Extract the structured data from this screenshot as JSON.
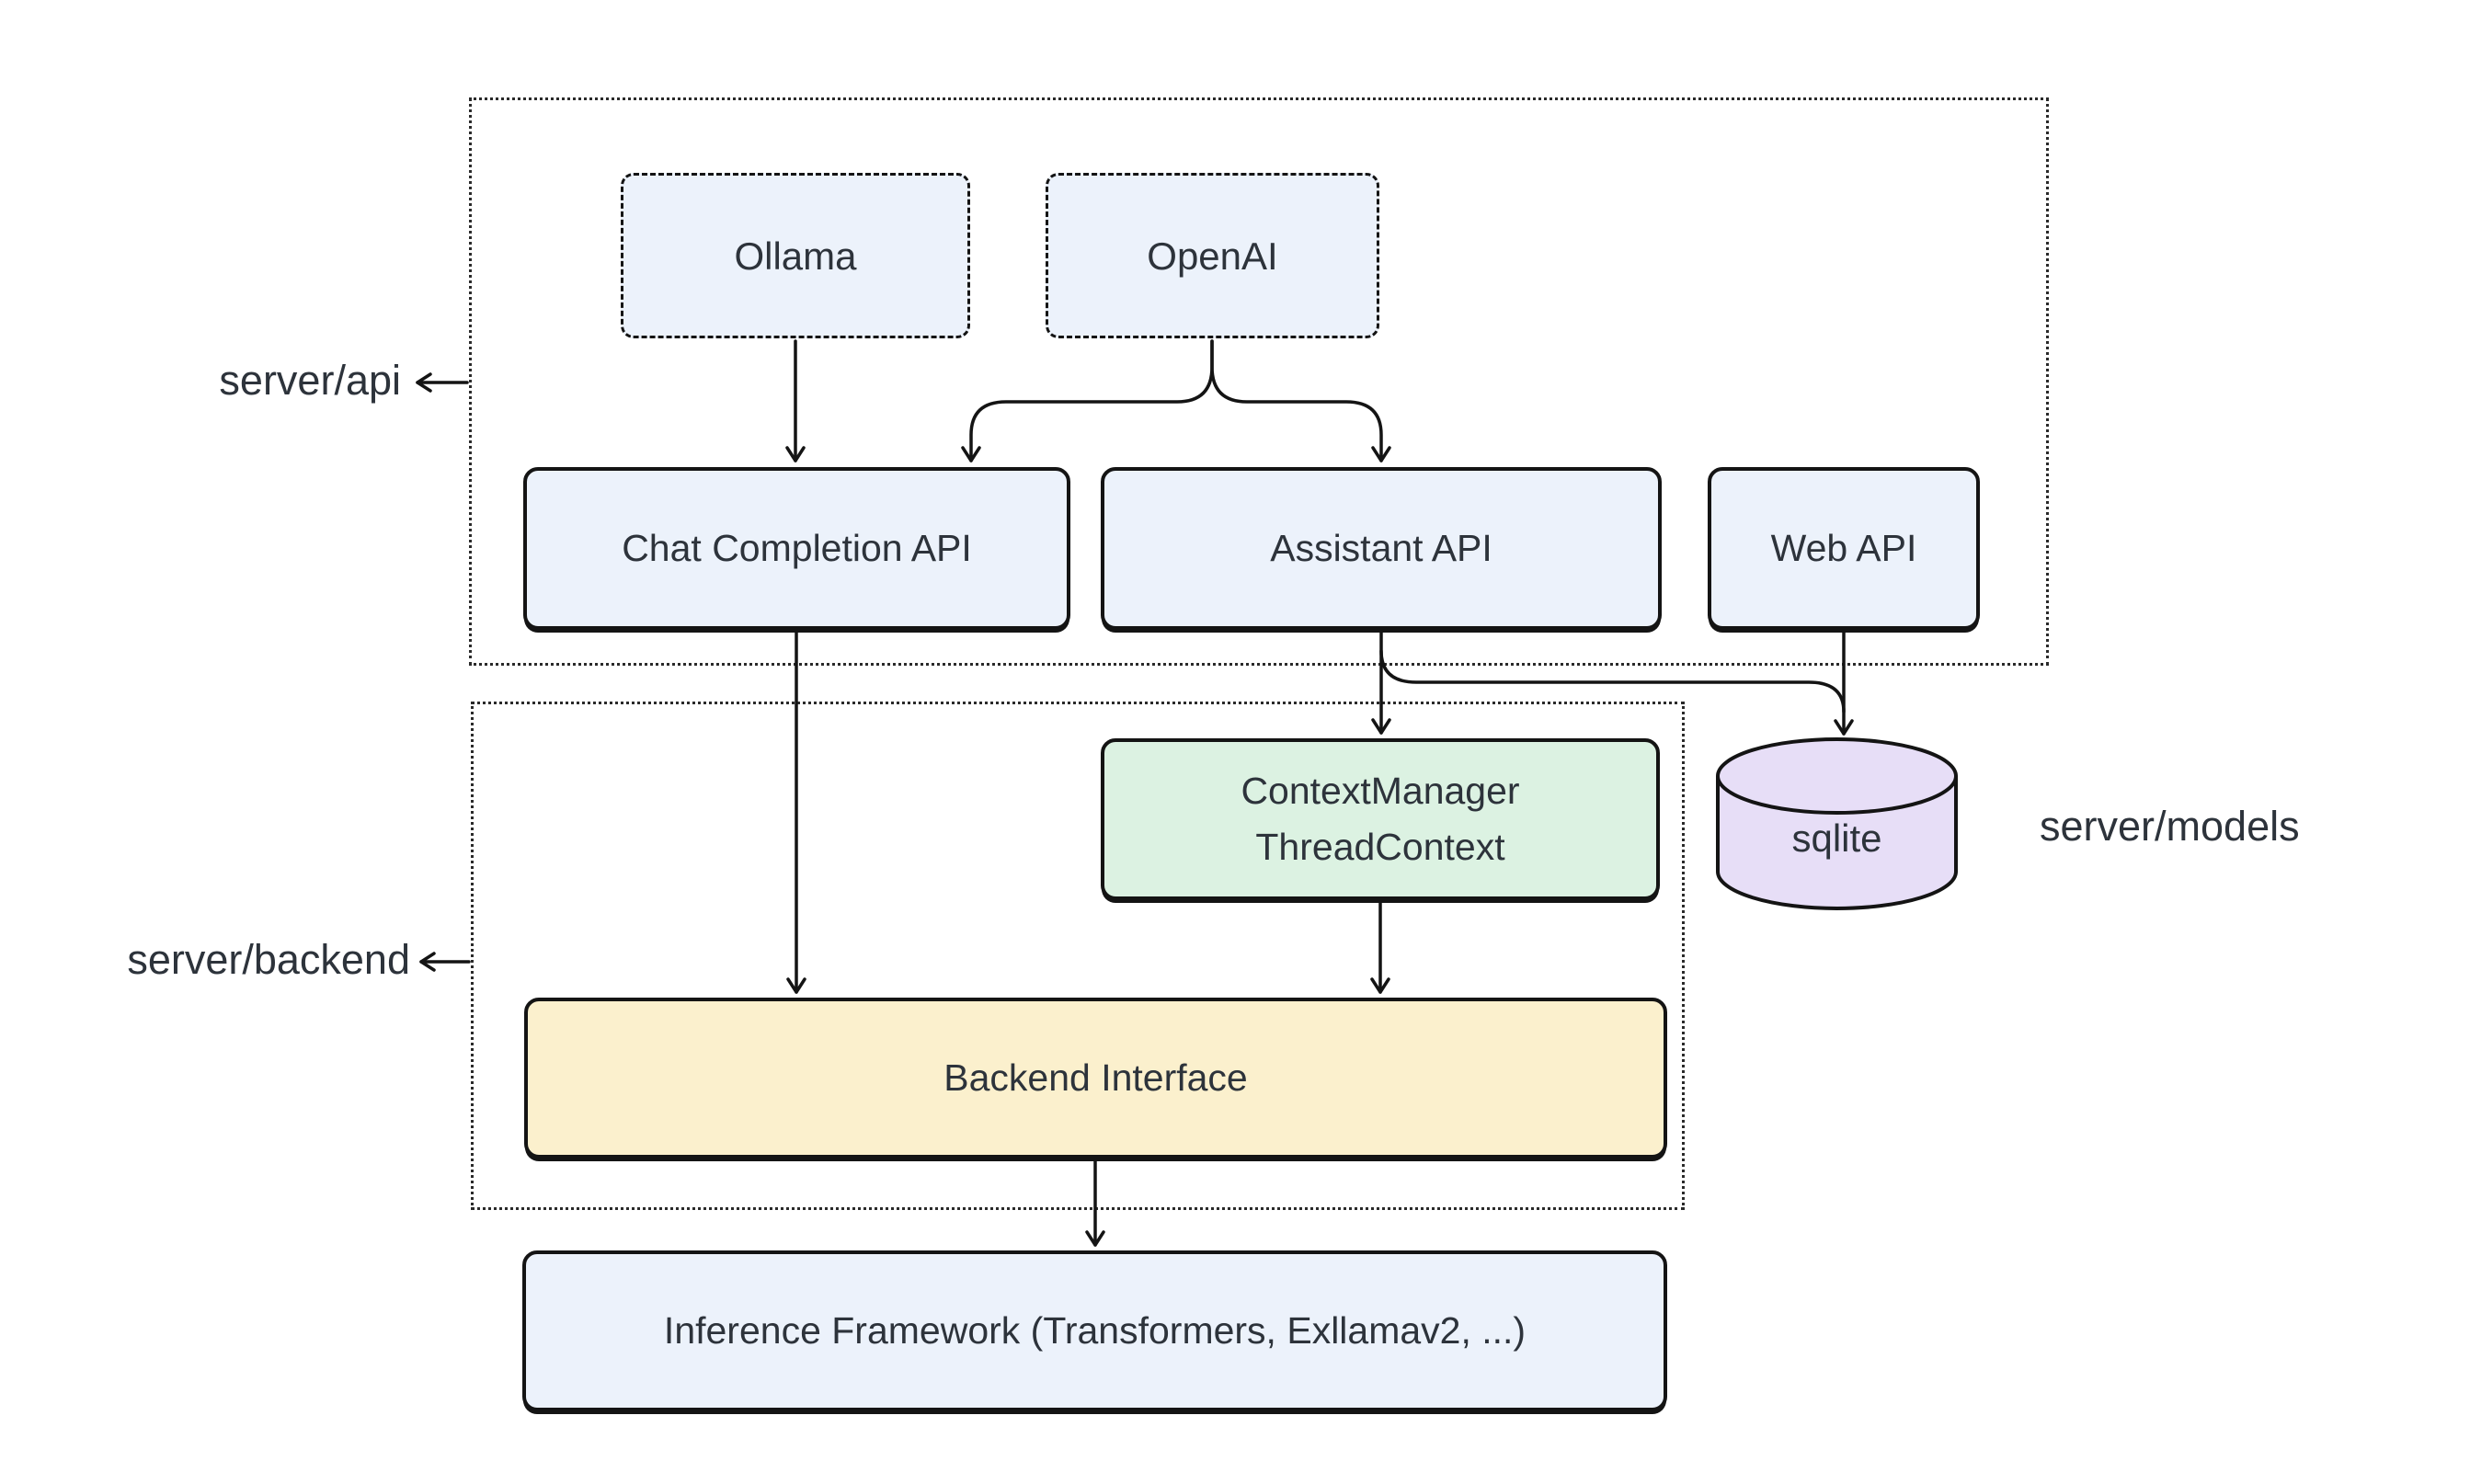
{
  "title": "Server architecture diagram",
  "colors": {
    "background": "#ffffff",
    "node_blue": "#ecf2fb",
    "node_green": "#dcf2e2",
    "node_yellow": "#fbf0cd",
    "node_purple": "#e7def7",
    "border": "#141414",
    "container_border": "#2a2a2a",
    "connector": "#141414",
    "text": "#2d333b"
  },
  "containers": {
    "api": {
      "label": "server/api"
    },
    "backend": {
      "label": "server/backend"
    },
    "models": {
      "label": "server/models"
    }
  },
  "nodes": {
    "ollama": {
      "label": "Ollama"
    },
    "openai": {
      "label": "OpenAI"
    },
    "chat_completion_api": {
      "label": "Chat Completion API"
    },
    "assistant_api": {
      "label": "Assistant API"
    },
    "web_api": {
      "label": "Web API"
    },
    "context_manager": {
      "line1": "ContextManager",
      "line2": "ThreadContext"
    },
    "backend_interface": {
      "label": "Backend Interface"
    },
    "inference_framework": {
      "label": "Inference Framework (Transformers, Exllamav2, ...)"
    },
    "sqlite": {
      "label": "sqlite"
    }
  },
  "edges": [
    {
      "from": "Ollama",
      "to": "Chat Completion API"
    },
    {
      "from": "OpenAI",
      "to": "Chat Completion API"
    },
    {
      "from": "OpenAI",
      "to": "Assistant API"
    },
    {
      "from": "Chat Completion API",
      "to": "Backend Interface"
    },
    {
      "from": "Assistant API",
      "to": "ContextManager ThreadContext"
    },
    {
      "from": "Assistant API",
      "to": "sqlite"
    },
    {
      "from": "Web API",
      "to": "sqlite"
    },
    {
      "from": "ContextManager ThreadContext",
      "to": "Backend Interface"
    },
    {
      "from": "Backend Interface",
      "to": "Inference Framework (Transformers, Exllamav2, ...)"
    },
    {
      "from": "server/api container edge",
      "to": "server/api label"
    },
    {
      "from": "server/backend container edge",
      "to": "server/backend label"
    }
  ]
}
